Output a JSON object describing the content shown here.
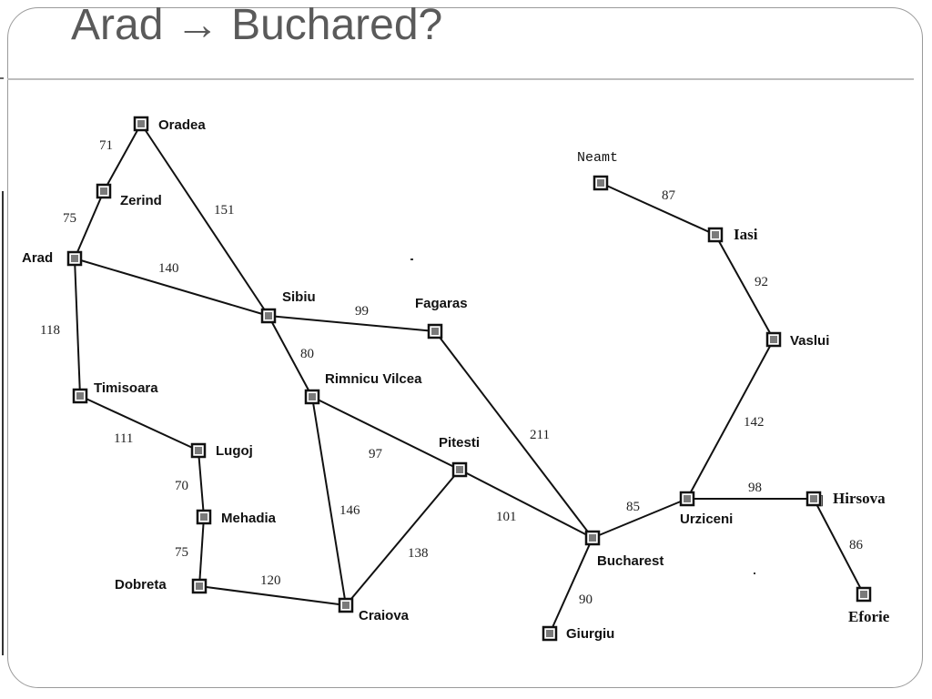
{
  "slide": {
    "title": "Arad → Buchared?"
  },
  "map": {
    "cities": [
      {
        "id": "oradea",
        "name": "Oradea"
      },
      {
        "id": "zerind",
        "name": "Zerind"
      },
      {
        "id": "arad",
        "name": "Arad"
      },
      {
        "id": "sibiu",
        "name": "Sibiu"
      },
      {
        "id": "timisoara",
        "name": "Timisoara"
      },
      {
        "id": "lugoj",
        "name": "Lugoj"
      },
      {
        "id": "mehadia",
        "name": "Mehadia"
      },
      {
        "id": "dobreta",
        "name": "Dobreta"
      },
      {
        "id": "craiova",
        "name": "Craiova"
      },
      {
        "id": "rimnicu",
        "name": "Rimnicu Vilcea"
      },
      {
        "id": "fagaras",
        "name": "Fagaras"
      },
      {
        "id": "pitesti",
        "name": "Pitesti"
      },
      {
        "id": "bucharest",
        "name": "Bucharest"
      },
      {
        "id": "giurgiu",
        "name": "Giurgiu"
      },
      {
        "id": "urziceni",
        "name": "Urziceni"
      },
      {
        "id": "hirsova",
        "name": "Hirsova"
      },
      {
        "id": "eforie",
        "name": "Eforie"
      },
      {
        "id": "vaslui",
        "name": "Vaslui"
      },
      {
        "id": "iasi",
        "name": "Iasi"
      },
      {
        "id": "neamt",
        "name": "Neamt"
      }
    ],
    "roads": [
      {
        "from": "oradea",
        "to": "zerind",
        "distance": "71"
      },
      {
        "from": "zerind",
        "to": "arad",
        "distance": "75"
      },
      {
        "from": "oradea",
        "to": "sibiu",
        "distance": "151"
      },
      {
        "from": "arad",
        "to": "sibiu",
        "distance": "140"
      },
      {
        "from": "arad",
        "to": "timisoara",
        "distance": "118"
      },
      {
        "from": "timisoara",
        "to": "lugoj",
        "distance": "111"
      },
      {
        "from": "lugoj",
        "to": "mehadia",
        "distance": "70"
      },
      {
        "from": "mehadia",
        "to": "dobreta",
        "distance": "75"
      },
      {
        "from": "dobreta",
        "to": "craiova",
        "distance": "120"
      },
      {
        "from": "sibiu",
        "to": "fagaras",
        "distance": "99"
      },
      {
        "from": "sibiu",
        "to": "rimnicu",
        "distance": "80"
      },
      {
        "from": "rimnicu",
        "to": "pitesti",
        "distance": "97"
      },
      {
        "from": "rimnicu",
        "to": "craiova",
        "distance": "146"
      },
      {
        "from": "craiova",
        "to": "pitesti",
        "distance": "138"
      },
      {
        "from": "fagaras",
        "to": "bucharest",
        "distance": "211"
      },
      {
        "from": "pitesti",
        "to": "bucharest",
        "distance": "101"
      },
      {
        "from": "bucharest",
        "to": "giurgiu",
        "distance": "90"
      },
      {
        "from": "bucharest",
        "to": "urziceni",
        "distance": "85"
      },
      {
        "from": "urziceni",
        "to": "hirsova",
        "distance": "98"
      },
      {
        "from": "hirsova",
        "to": "eforie",
        "distance": "86"
      },
      {
        "from": "urziceni",
        "to": "vaslui",
        "distance": "142"
      },
      {
        "from": "vaslui",
        "to": "iasi",
        "distance": "92"
      },
      {
        "from": "iasi",
        "to": "neamt",
        "distance": "87"
      }
    ]
  }
}
